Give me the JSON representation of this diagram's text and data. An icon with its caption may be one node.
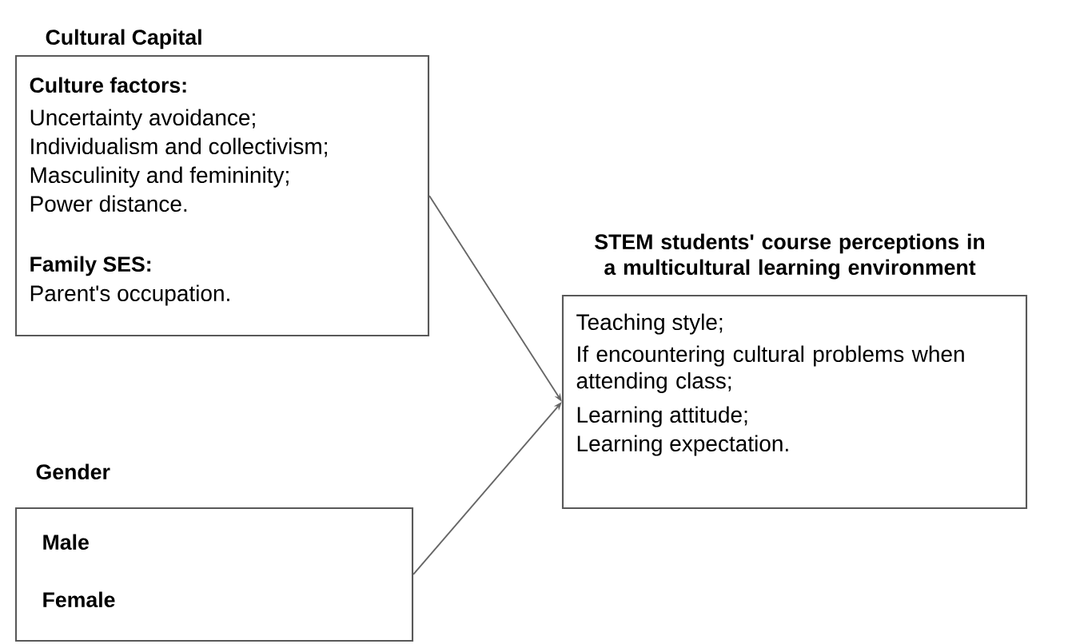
{
  "diagram": {
    "nodes": [
      {
        "text": [
          "Cultural Capital",
          "Culture factors:",
          "Uncertainty avoidance;",
          "Individualism and collectivism;",
          "Masculinity and femininity;",
          "Power distance.",
          "Family SES:",
          "Parent's occupation."
        ]
      },
      {
        "text": [
          "Gender",
          "Male",
          "Female"
        ]
      },
      {
        "text": [
          "STEM students' course perceptions in a multicultural learning environment",
          "Teaching style;",
          "If encountering cultural problems when attending class;",
          "Learning attitude;",
          "Learning expectation."
        ]
      }
    ],
    "edges": [
      {
        "from": 0,
        "to": 2,
        "arrow": "to"
      },
      {
        "from": 1,
        "to": 2,
        "arrow": "to"
      }
    ]
  }
}
